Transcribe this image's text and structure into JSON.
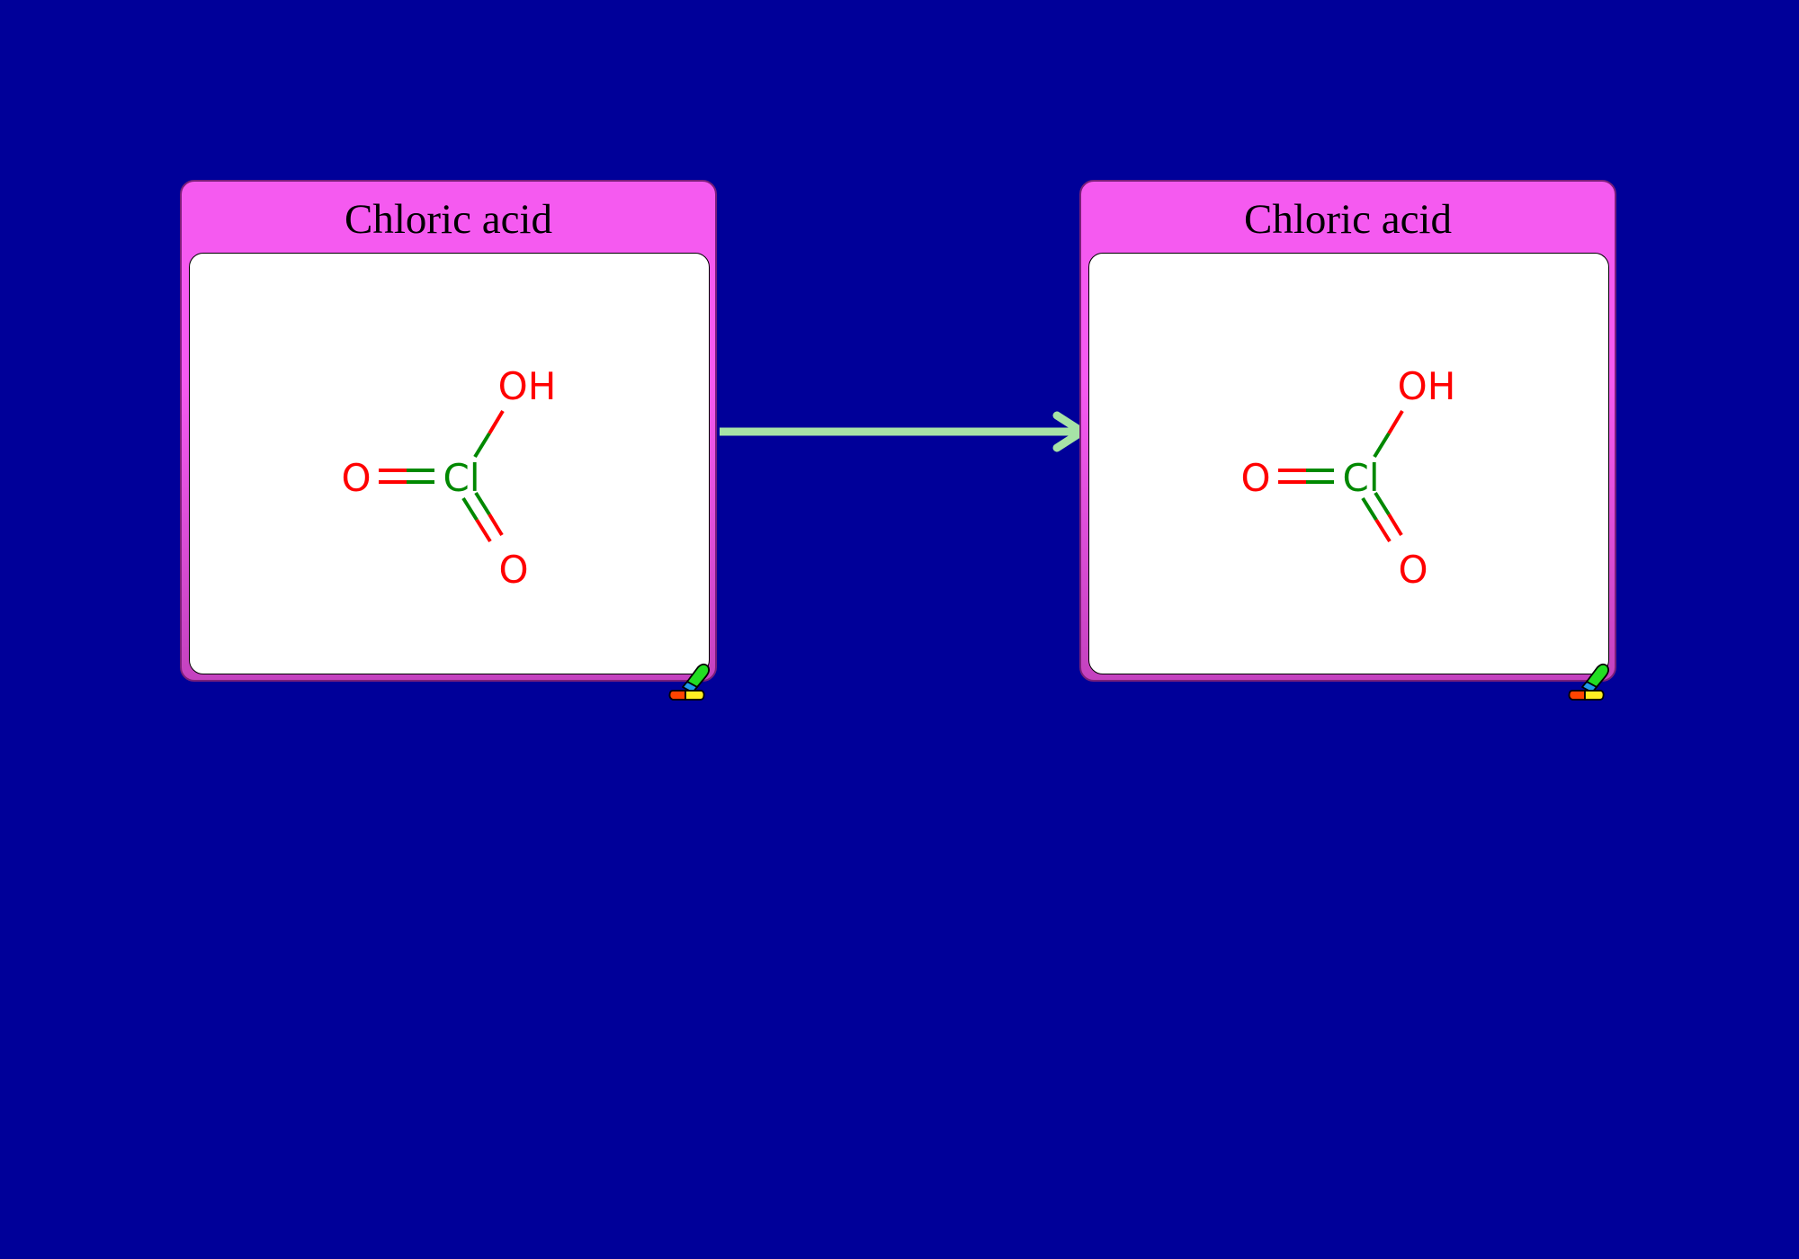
{
  "diagram": {
    "type": "reaction-scheme",
    "nodes": [
      {
        "title": "Chloric acid",
        "atoms": {
          "hydroxyl": "OH",
          "chlorine": "Cl",
          "oxygen_left": "O",
          "oxygen_bottom": "O"
        }
      },
      {
        "title": "Chloric acid",
        "atoms": {
          "hydroxyl": "OH",
          "chlorine": "Cl",
          "oxygen_left": "O",
          "oxygen_bottom": "O"
        }
      }
    ],
    "edges": [
      {
        "from": 0,
        "to": 1
      }
    ]
  },
  "colors": {
    "background": "#000099",
    "node_header": "#f55af0",
    "arrow": "#a6e3a6",
    "oxygen": "#ff0000",
    "chlorine": "#008800"
  },
  "icons": {
    "node_badge": "pill-capsule-icon",
    "edge": "right-arrow-icon"
  }
}
